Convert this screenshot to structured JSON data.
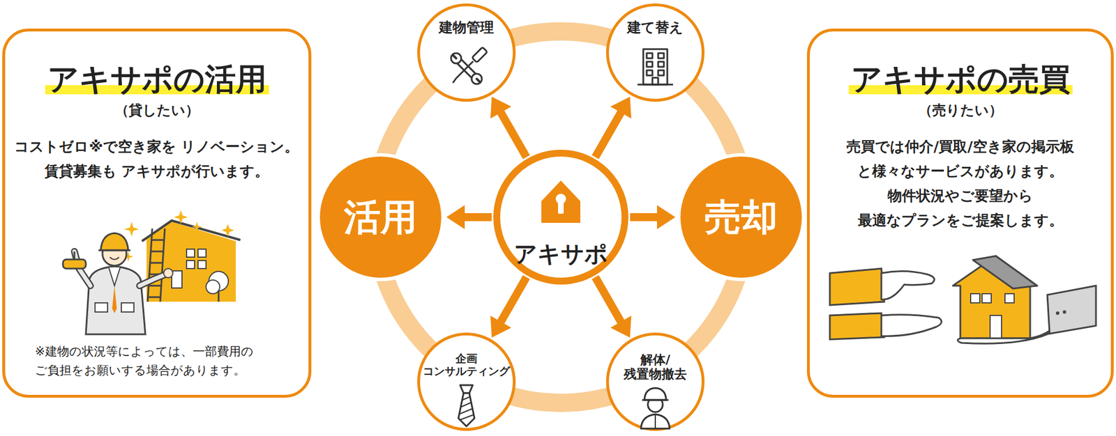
{
  "diagram": {
    "nodes": [
      {
        "text": [
          "アキサポの活用",
          "（貸したい）",
          "コストゼロ※で空き家を リノベーション。賃貸募集も アキサポが行います。",
          "※建物の状況等によっては、一部費用の ご負担をお願いする場合があります。"
        ]
      },
      {
        "text": [
          "建物管理"
        ]
      },
      {
        "text": [
          "建て替え"
        ]
      },
      {
        "text": [
          "活用"
        ]
      },
      {
        "text": [
          "アキサポ"
        ]
      },
      {
        "text": [
          "売却"
        ]
      },
      {
        "text": [
          "企画 コンサルティング"
        ]
      },
      {
        "text": [
          "解体/ 残置物撤去"
        ]
      },
      {
        "text": [
          "アキサポの売買",
          "（売りたい）",
          "売買では仲介/買取/空き家の掲示板 と様々なサービスがあります。 物件状況やご要望から 最適なプランをご提案します。"
        ]
      }
    ],
    "edges": [
      {
        "from": 4,
        "to": 3,
        "arrow": "to"
      },
      {
        "from": 4,
        "to": 5,
        "arrow": "to"
      },
      {
        "from": 4,
        "to": 1,
        "arrow": "to"
      },
      {
        "from": 4,
        "to": 2,
        "arrow": "to"
      },
      {
        "from": 4,
        "to": 6,
        "arrow": "to"
      },
      {
        "from": 4,
        "to": 7,
        "arrow": "to"
      }
    ]
  }
}
